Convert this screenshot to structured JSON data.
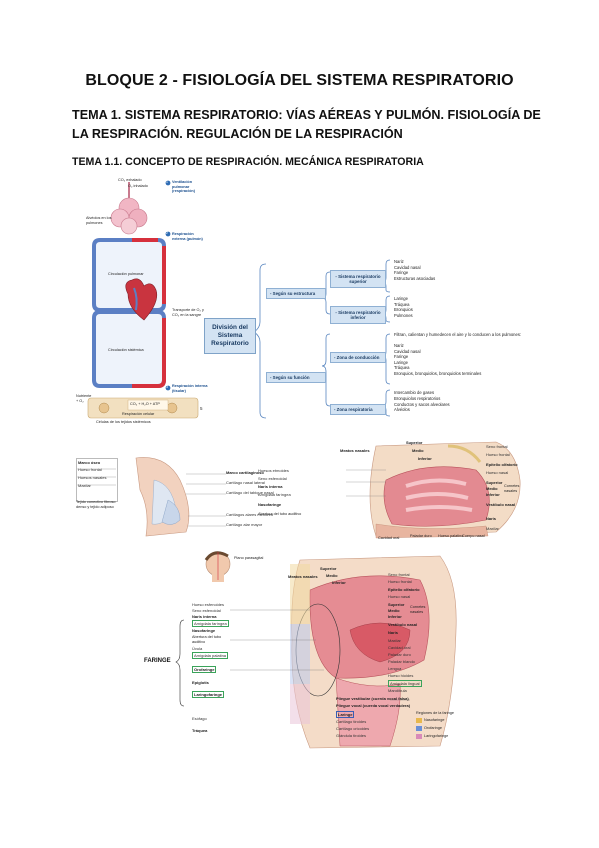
{
  "heading": "BLOQUE 2 - FISIOLOGÍA DEL SISTEMA RESPIRATORIO",
  "tema": "TEMA 1. SISTEMA RESPIRATORIO: VÍAS AÉREAS Y PULMÓN. FISIOLOGÍA DE LA RESPIRACIÓN. REGULACIÓN DE LA RESPIRACIÓN",
  "subtema": "TEMA 1.1. CONCEPTO DE RESPIRACIÓN. MECÁNICA RESPIRATORIA",
  "fig1": {
    "labels": [
      "CO₂ exhalado",
      "O₂ inhalado",
      "Ventilación pulmonar (respiración)",
      "Alvéolos en los pulmones",
      "Respiración externa (pulmón)",
      "Circulación pulmonar",
      "Circulación sistémica",
      "Transporte de O₂ y CO₂ en la sangre",
      "Respiración interna (tisular)",
      "Respiración celular",
      "Células de los tejidos sistémicos",
      "Nutriente + O₂",
      "CO₂ + H₂O + ATP"
    ],
    "num1": "1",
    "num2": "2",
    "num3": "3"
  },
  "scheme": {
    "main": "División del Sistema Respiratorio",
    "b1": "- Según su estructura",
    "b2": "- Según su función",
    "sup": "- Sistema respiratorio superior",
    "sup_items": [
      "Nariz",
      "Cavidad nasal",
      "Faringe",
      "Estructuras asociadas"
    ],
    "inf": "- Sistema respiratorio inferior",
    "inf_items": [
      "Laringe",
      "Tráquea",
      "Bronquios",
      "Pulmones"
    ],
    "cond": "- Zona de conducción",
    "cond_text": "Filtran, calientan y humedecen el aire y lo conducen a los pulmones:",
    "cond_items": [
      "Nariz",
      "Cavidad nasal",
      "Faringe",
      "Laringe",
      "Tráquea",
      "Bronquios, bronquiolos, bronquiolos terminales"
    ],
    "resp": "- Zona respiratoria",
    "resp_text": "Intercambio de gases",
    "resp_items": [
      "Bronquiolos respiratorios",
      "Conductos y sacos alveolares",
      "Alvéolos"
    ],
    "marker": "5"
  },
  "fig2": {
    "left_labels": [
      "Hueso frontal",
      "Huesos nasales",
      "Maxilar",
      "Tejido conectivo fibroso denso y tejido adiposo"
    ],
    "left_title": "Marco óseo",
    "mid_labels": [
      "Marco cartilaginoso",
      "Cartílago nasal lateral",
      "Cartílago del tabique nasal",
      "Cartílagos alares menores",
      "Cartílago alar mayor"
    ],
    "right_left": [
      "Huesos etmoides",
      "Seno esfenoidal",
      "Naris interna",
      "Amígdala faríngea",
      "Nasofaringe",
      "Abertura del tubo auditivo"
    ],
    "right_top": [
      "Meatos nasales",
      "Superior",
      "Medio",
      "Inferior"
    ],
    "right_right": [
      "Seno frontal",
      "Hueso frontal",
      "Epitelio olfatorio",
      "Hueso nasal",
      "Superior",
      "Medio",
      "Inferior",
      "Cornetes nasales",
      "Vestíbulo nasal",
      "Naris",
      "Maxilar"
    ],
    "right_bottom": [
      "Cavidad oral",
      "Paladar duro",
      "Hueso palatino",
      "Cuerpo nasal"
    ]
  },
  "fig3": {
    "title": "FARINGE",
    "head_label": "Plano parasagital",
    "left_labels": [
      "Hueso esfenoides",
      "Seno esfenoidal",
      "Naris interna",
      "Amígdala faríngea",
      "Nasofaringe",
      "Abertura del tubo auditivo",
      "Úvula",
      "Amígdala palatina",
      "Orofaringe",
      "Epiglotis",
      "Laringofaringe",
      "Esófago",
      "Tráquea"
    ],
    "top_labels": [
      "Superior",
      "Medio",
      "Inferior",
      "Meatos nasales"
    ],
    "right_labels": [
      "Seno frontal",
      "Hueso frontal",
      "Epitelio olfatorio",
      "Hueso nasal",
      "Superior",
      "Medio",
      "Inferior",
      "Cornetes nasales",
      "Vestíbulo nasal",
      "Naris",
      "Maxilar",
      "Cavidad oral",
      "Paladar duro",
      "Paladar blando",
      "Lengua",
      "Hueso hioides",
      "Amígdala lingual",
      "Mandíbula",
      "Pliegue vestibular (cuerda vocal falsa)",
      "Pliegue vocal (cuerda vocal verdadera)",
      "Laringe",
      "Cartílago tiroides",
      "Cartílago cricoides",
      "Glándula tiroides"
    ],
    "regions_title": "Regiones de la faringe",
    "regions": [
      "Nasofaringe",
      "Orofaringe",
      "Laringofaringe"
    ],
    "regions_colors": [
      "#e8b84c",
      "#6a8fd6",
      "#d98ab8"
    ]
  }
}
